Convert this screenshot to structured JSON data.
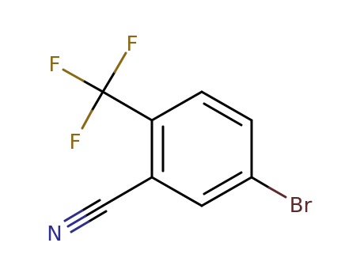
{
  "molecule": {
    "atoms": {
      "fluorine_top": {
        "symbol": "F",
        "color": "#8b6914"
      },
      "fluorine_left": {
        "symbol": "F",
        "color": "#8b6914"
      },
      "fluorine_bottom": {
        "symbol": "F",
        "color": "#8b6914"
      },
      "nitrogen": {
        "symbol": "N",
        "color": "#2e2e8f"
      },
      "bromine": {
        "symbol": "Br",
        "color": "#5c2a2a"
      }
    },
    "colors": {
      "bond": "#000000",
      "fluorine_bond": "#8b6914",
      "nitrogen_bond": "#2e2e8f",
      "bromine_bond": "#5c2a2a"
    }
  }
}
